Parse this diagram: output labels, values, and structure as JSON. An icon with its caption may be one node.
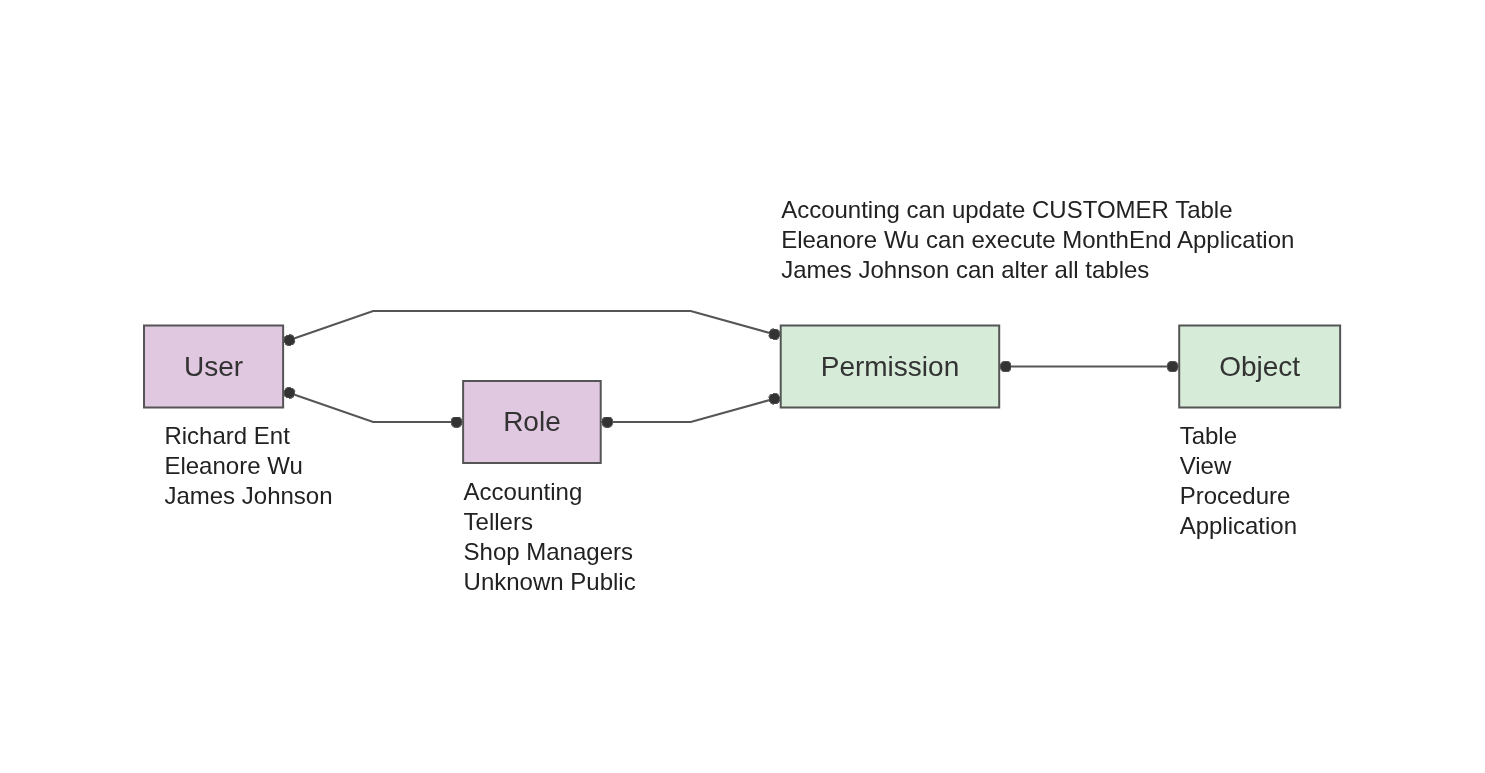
{
  "diagram": {
    "nodes": [
      {
        "text": [
          "User"
        ],
        "beside": [
          "Richard Ent",
          "Eleanore Wu",
          "James Johnson"
        ]
      },
      {
        "text": [
          "Role"
        ],
        "beside": [
          "Accounting",
          "Tellers",
          "Shop Managers",
          "Unknown Public"
        ]
      },
      {
        "text": [
          "Permission"
        ],
        "beside": [
          "Accounting can update CUSTOMER Table",
          "Eleanore Wu can execute MonthEnd Application",
          "James Johnson can alter all tables"
        ]
      },
      {
        "text": [
          "Object"
        ],
        "beside": [
          "Table",
          "View",
          "Procedure",
          "Application"
        ]
      }
    ],
    "edges": [
      {
        "from": 0,
        "to": 1,
        "arrow": "other"
      },
      {
        "from": 0,
        "to": 2,
        "arrow": "other"
      },
      {
        "from": 1,
        "to": 2,
        "arrow": "other"
      },
      {
        "from": 3,
        "to": 2,
        "arrow": "other"
      }
    ]
  }
}
